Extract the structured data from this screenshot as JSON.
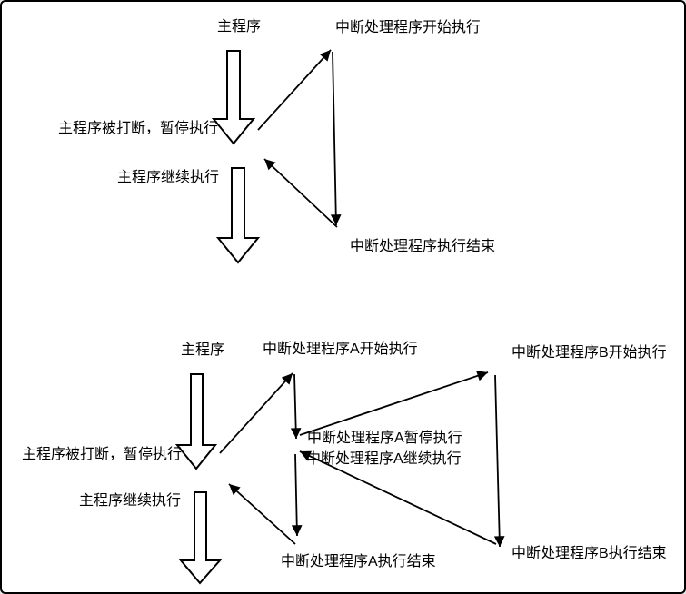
{
  "colors": {
    "background": "#ffffff",
    "line": "#000000",
    "text": "#000000",
    "border": "#000000"
  },
  "diagram_single_interrupt": {
    "labels": {
      "main_program": "主程序",
      "interrupt_start": "中断处理程序开始执行",
      "main_interrupted": "主程序被打断，暂停执行",
      "main_resume": "主程序继续执行",
      "interrupt_end": "中断处理程序执行结束"
    }
  },
  "diagram_nested_interrupt": {
    "labels": {
      "main_program": "主程序",
      "a_start": "中断处理程序A开始执行",
      "b_start": "中断处理程序B开始执行",
      "main_interrupted": "主程序被打断，暂停执行",
      "a_pause": "中断处理程序A暂停执行",
      "a_resume": "中断处理程序A继续执行",
      "main_resume": "主程序继续执行",
      "a_end": "中断处理程序A执行结束",
      "b_end": "中断处理程序B执行结束"
    }
  }
}
